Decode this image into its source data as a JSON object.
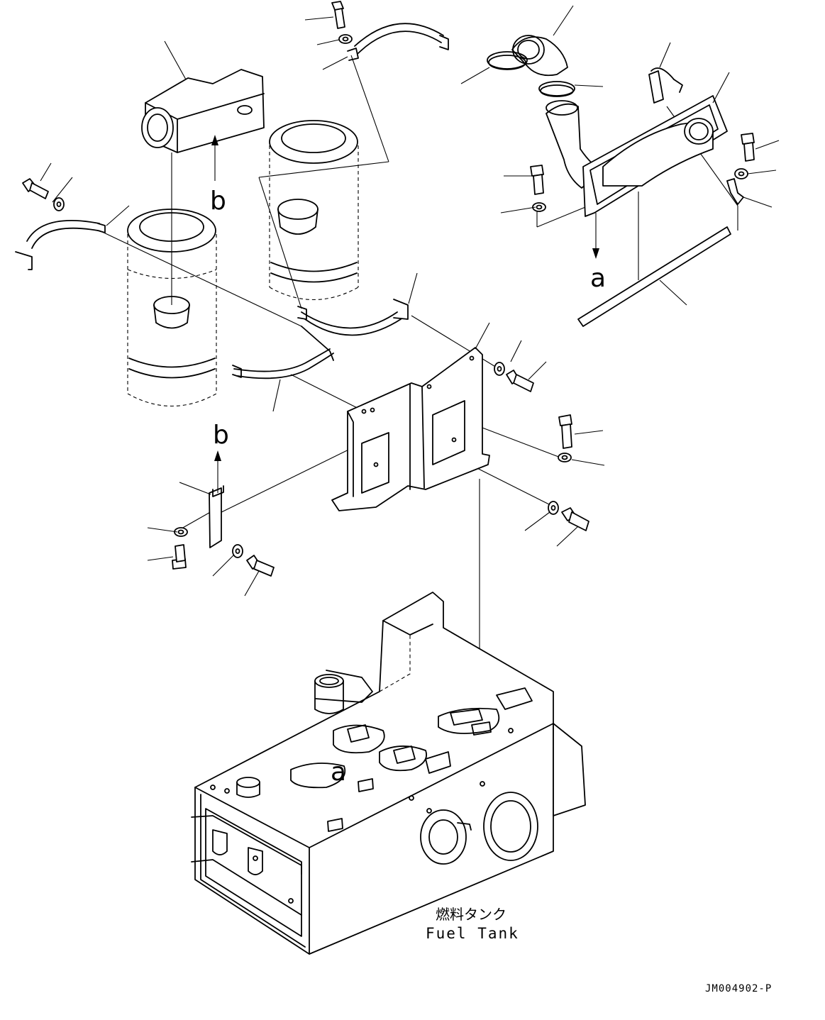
{
  "view_labels": {
    "a_top": "a",
    "b_top": "b",
    "b_mid": "b",
    "a_tank": "a"
  },
  "tank_label": {
    "japanese": "燃料タンク",
    "english": "Fuel Tank"
  },
  "drawing_code": "JM004902-P"
}
